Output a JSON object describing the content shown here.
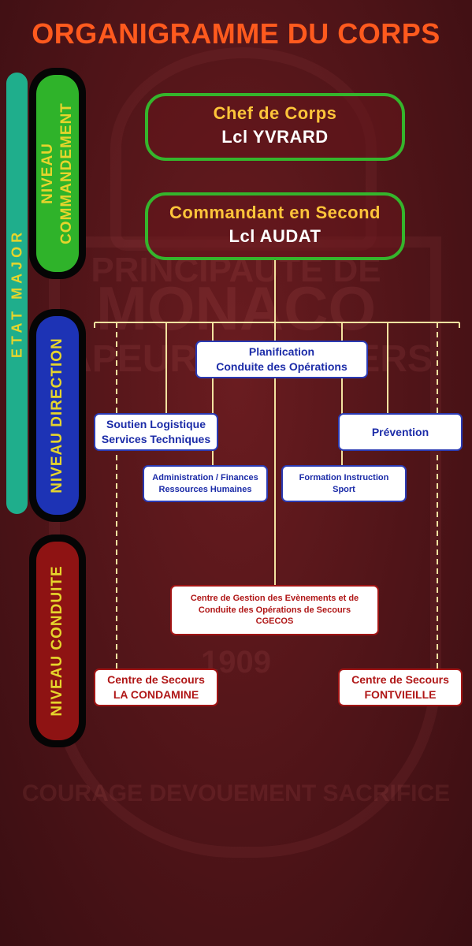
{
  "title": "ORGANIGRAMME DU CORPS",
  "watermark": {
    "line1": "PRINCIPAUTE DE",
    "line2": "MONACO",
    "line3": "SAPEURS POMPIERS",
    "year": "1909",
    "motto": "COURAGE DEVOUEMENT SACRIFICE"
  },
  "side": {
    "etat_major": "ETAT MAJOR",
    "niveau_commandement_1": "NIVEAU",
    "niveau_commandement_2": "COMMANDEMENT",
    "niveau_direction": "NIVEAU DIRECTION",
    "niveau_conduite": "NIVEAU CONDUITE"
  },
  "commandement": {
    "chef": {
      "role": "Chef de Corps",
      "name": "Lcl YVRARD"
    },
    "second": {
      "role": "Commandant en Second",
      "name": "Lcl AUDAT"
    }
  },
  "direction": {
    "planification": {
      "line1": "Planification",
      "line2": "Conduite des Opérations"
    },
    "soutien": {
      "line1": "Soutien Logistique",
      "line2": "Services Techniques"
    },
    "prevention": {
      "line1": "Prévention"
    },
    "administration": {
      "line1": "Administration / Finances",
      "line2": "Ressources Humaines"
    },
    "formation": {
      "line1": "Formation Instruction",
      "line2": "Sport"
    }
  },
  "conduite": {
    "cgecos": {
      "line1": "Centre de Gestion des Evènements et de",
      "line2": "Conduite des Opérations de Secours",
      "line3": "CGECOS"
    },
    "condamine": {
      "line1": "Centre de Secours",
      "line2": "LA CONDAMINE"
    },
    "fontvieille": {
      "line1": "Centre de Secours",
      "line2": "FONTVIEILLE"
    }
  },
  "colors": {
    "background": "#551619",
    "title": "#ff5a1e",
    "etat_major": "#1fae8c",
    "commandement": "#2fb32a",
    "direction": "#1d33b5",
    "conduite": "#8e1313",
    "connector": "#f3e2a0"
  }
}
